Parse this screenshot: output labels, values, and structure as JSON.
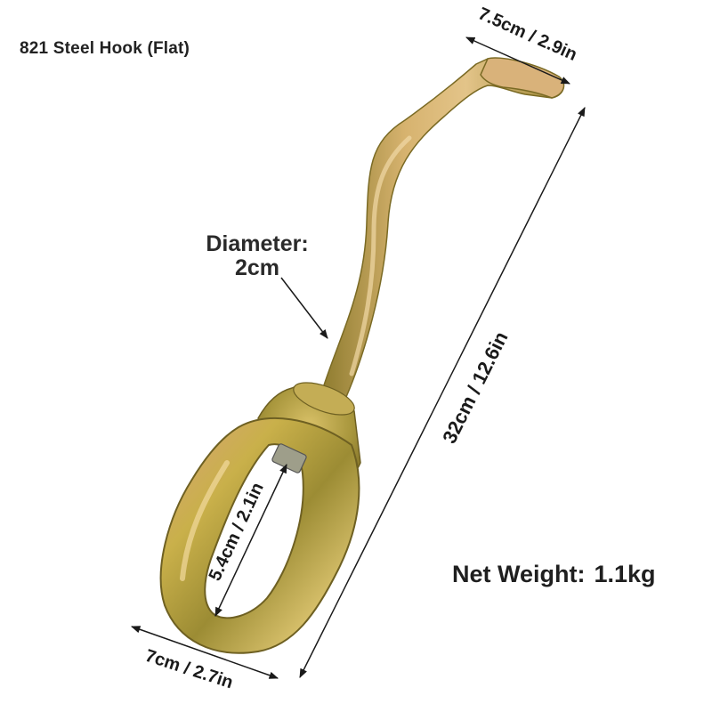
{
  "title": "821 Steel Hook (Flat)",
  "dimensions": {
    "hook_width": "7.5cm / 2.9in",
    "total_length": "32cm / 12.6in",
    "eye_inner_length": "5.4cm / 2.1in",
    "eye_width": "7cm / 2.7in"
  },
  "diameter": {
    "label": "Diameter:",
    "value": "2cm"
  },
  "weight": {
    "label": "Net Weight:",
    "value": "1.1kg"
  },
  "colors": {
    "metal_dark": "#8f7a2c",
    "metal_mid": "#c9b04a",
    "metal_light": "#e8c98a",
    "metal_pink": "#d9a48a",
    "arrow": "#1a1a1a"
  }
}
